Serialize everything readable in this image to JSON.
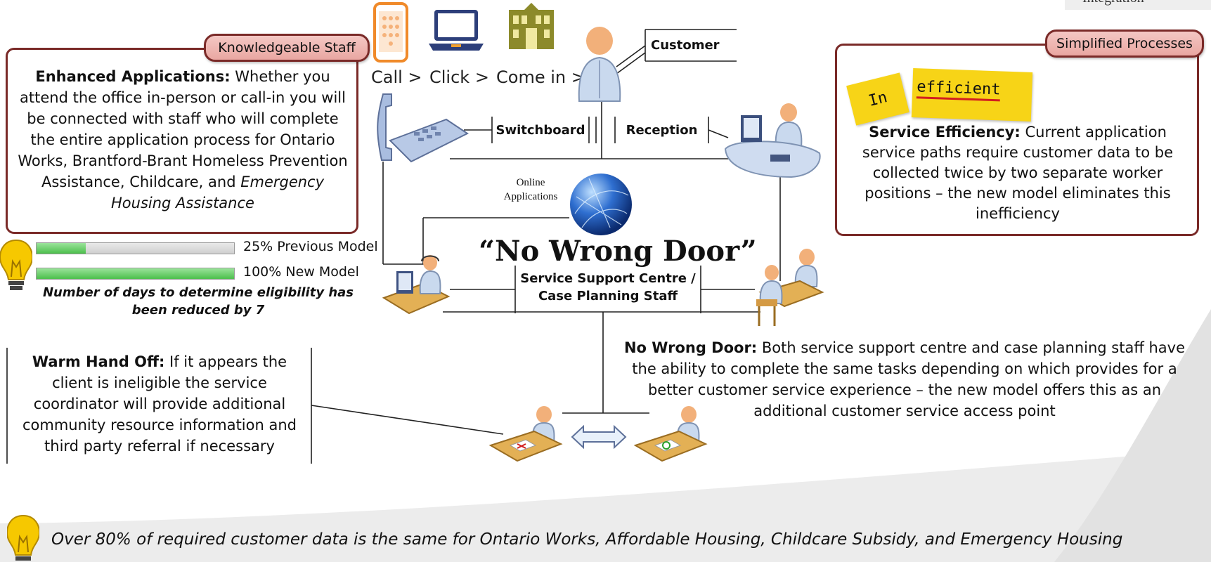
{
  "staff_tab": "Knowledgeable Staff",
  "enhanced": {
    "heading": "Enhanced Applications:",
    "text": " Whether you attend the office in-person or call-in you will be connected with staff who will complete the entire application process for Ontario Works, Brantford-Brant Homeless Prevention Assistance, Childcare, and ",
    "italic": "Emergency Housing Assistance"
  },
  "channels": [
    "Call >",
    "Click >",
    "Come in >"
  ],
  "customer_label": "Customer",
  "switchboard_label": "Switchboard",
  "reception_label": "Reception",
  "online_label": "Online Applications",
  "main_title": "“No Wrong Door”",
  "service_label": "Service Support Centre / Case Planning Staff",
  "processes_tab": "Simplified Processes",
  "inefficient_in": "In",
  "inefficient_rest": "efficient",
  "efficiency": {
    "heading": "Service Efficiency:",
    "text": " Current application service paths require customer data to be collected twice by two separate worker positions – the new model eliminates this inefficiency"
  },
  "progress": [
    {
      "label": "25% Previous Model",
      "fraction": 0.25
    },
    {
      "label": "100% New Model",
      "fraction": 1.0
    }
  ],
  "eligibility_note": "Number of days to determine eligibility has been reduced by 7",
  "warm": {
    "heading": "Warm Hand Off:",
    "text": " If it appears the client is ineligible the service coordinator will provide additional community resource information and third party referral if necessary"
  },
  "nowrong": {
    "heading": "No Wrong Door:",
    "text": " Both service support centre and case planning staff have the ability to complete the same tasks depending on which provides for a better customer service experience – the new model offers this as an additional customer service access point"
  },
  "footer_note": "Over 80% of required customer data is the same for Ontario Works, Affordable Housing, Childcare Subsidy, and Emergency Housing",
  "corner_text": "Integration",
  "colors": {
    "border": "#7a2a28",
    "tab_fill": "#eeb3ae",
    "bar_fill": "#5cc85c",
    "bulb": "#f6c800",
    "note_yellow": "#f7d417"
  }
}
